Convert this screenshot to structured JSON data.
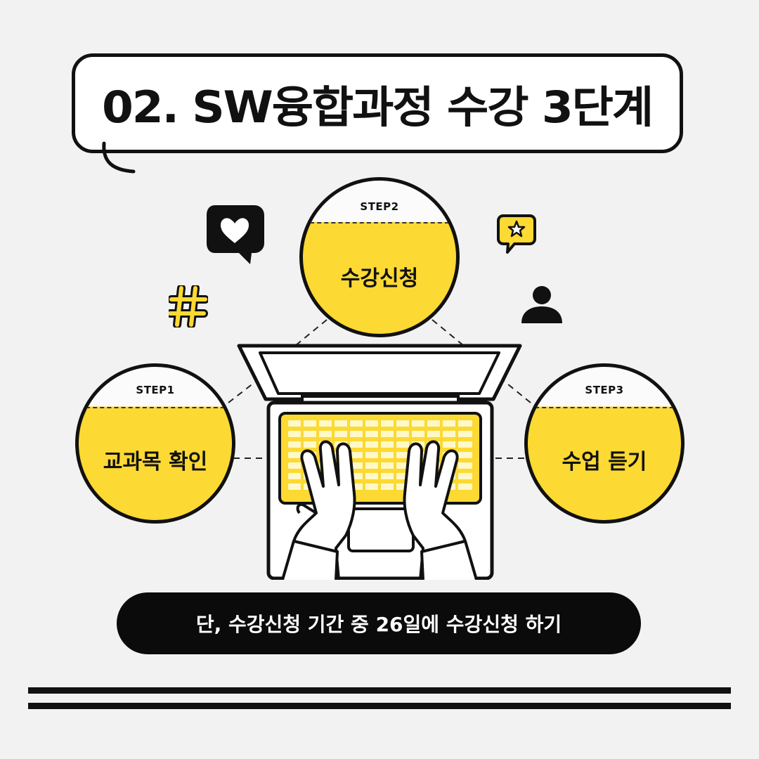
{
  "title": "02. SW융합과정 수강 3단계",
  "steps": [
    {
      "label": "STEP1",
      "name": "교과목 확인"
    },
    {
      "label": "STEP2",
      "name": "수강신청"
    },
    {
      "label": "STEP3",
      "name": "수업 듣기"
    }
  ],
  "note": "단, 수강신청 기간 중 26일에 수강신청 하기",
  "colors": {
    "accent": "#fcd933",
    "ink": "#111111",
    "background": "#f2f2f2"
  },
  "icons": [
    "heart-chat-icon",
    "star-chat-icon",
    "hashtag-icon",
    "user-icon",
    "laptop-icon"
  ]
}
